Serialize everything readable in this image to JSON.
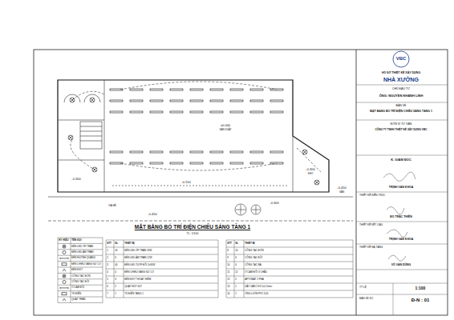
{
  "diagram": {
    "title": "MẶT BẰNG BỐ TRÍ ĐIỆN CHIẾU SÁNG TẦNG 1",
    "labels": [
      "VBC",
      "HỒ SƠ THIẾT KẾ XÂY DỰNG",
      "NHÀ XƯỞNG",
      "CHỦ ĐẦU TƯ",
      "ÔNG: NGUYỄN KHÁNH LINH",
      "BẢN VẼ",
      "MẶT BẰNG BỐ TRÍ ĐIỆN CHIẾU SÁNG TẦNG 1",
      "ĐƠN VỊ TƯ VẤN",
      "CÔNG TY TNHH THIẾT KẾ XÂY DỰNG VBC",
      "K. GIÁM ĐỐC",
      "TRỊNH VĂN KHOA",
      "THIẾT KẾ KIẾN TRÚC",
      "ĐỖ TRÁC THIÊN",
      "THIẾT KẾ KẾT CẤU",
      "TRỊNH VĂN KHOA",
      "THIẾT KẾ HẠ TẦNG",
      "VÕ VĂN DŨNG",
      "TỶ LỆ",
      "1:100",
      "BẢN VẼ SỐ",
      "Đ-N : 01",
      "TL: 1/100",
      "±0.000",
      "SẢN XUẤT",
      "-0.300",
      "KHO",
      "-0.300",
      "-0.150",
      "-0.450",
      "SÂN",
      "-0.300",
      "-0.450",
      "VỈA HÈ",
      "KÝ HIỆU",
      "TÊN GỌI",
      "ĐÈN LED ỐP TRẦN",
      "ĐÈN LED ÂM TRẦN",
      "ĐÈN HUỲNH QUANG",
      "ĐÈN CHIẾU SÁNG SỰ CỐ",
      "ĐÈN EXIT",
      "CÔNG TẮC ĐƠN",
      "CÔNG TẮC ĐÔI",
      "Ổ CẮM ĐÔI",
      "TỦ ĐIỆN",
      "QUẠT TRẦN",
      "STT",
      "SL",
      "THIẾT BỊ",
      "1",
      "14",
      "ĐÈN LED ỐP TRẦN 18W",
      "2",
      "6",
      "ĐÈN LED ÂM TRẦN 12W",
      "3",
      "40",
      "ĐÈN LED TUÝP ĐÔI 2x36W",
      "4",
      "4",
      "ĐÈN CHIẾU SÁNG SỰ CỐ",
      "5",
      "3",
      "ĐÈN EXIT THOÁT HIỂM",
      "6",
      "2",
      "QUẠT HÚT GIÓ",
      "7",
      "1",
      "TỦ ĐIỆN TẦNG 1",
      "STT",
      "SL",
      "THIẾT BỊ",
      "8",
      "10",
      "CÔNG TẮC ĐƠN",
      "9",
      "6",
      "CÔNG TẮC ĐÔI",
      "10",
      "4",
      "CÔNG TẮC BA",
      "11",
      "12",
      "Ổ CẮM ĐÔI 3 CHẤU",
      "12",
      "2",
      "APTOMAT 1 PHA",
      "13",
      "1",
      "DÂY DẪN CVV 2x2.5mm²",
      "14",
      "1",
      "ỐNG LUỒN PVC D20"
    ]
  }
}
